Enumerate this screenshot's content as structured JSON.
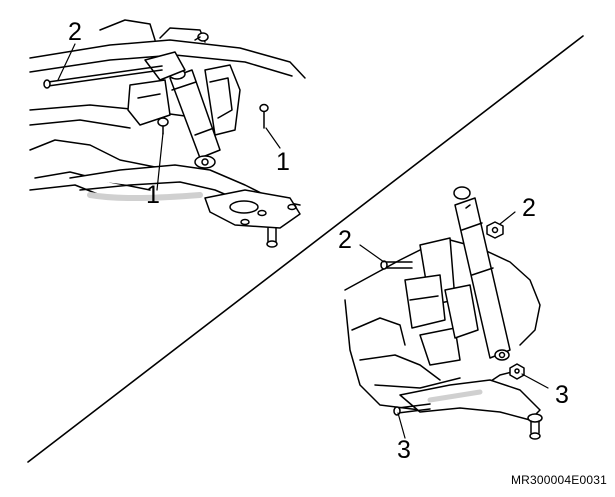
{
  "callouts": {
    "top_left_bolt": "2",
    "top_right_nut": "1",
    "top_left_nut": "1",
    "bottom_left_bolt": "2",
    "bottom_right_nut": "2",
    "bottom_right_lower": "3",
    "bottom_bottom": "3"
  },
  "figure_code": "MR300004E0031",
  "colors": {
    "line": "#000000",
    "fill": "#ffffff",
    "shade": "#d9d9d9"
  }
}
